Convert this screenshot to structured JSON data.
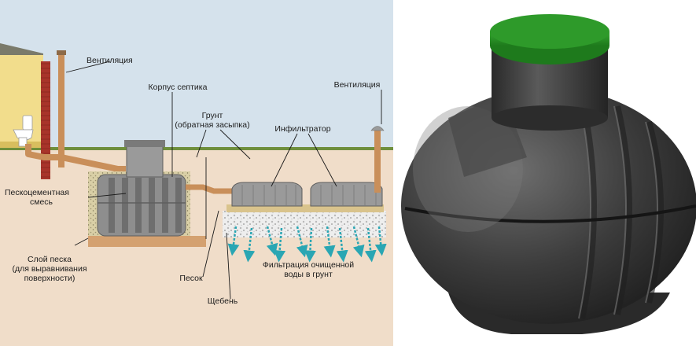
{
  "diagram": {
    "labels": {
      "vent_left": "Вентиляция",
      "septic_body": "Корпус септика",
      "soil_line1": "Грунт",
      "soil_line2": "(обратная засыпка)",
      "infiltrator": "Инфильтратор",
      "vent_right": "Вентиляция",
      "sand_cement_line1": "Пескоцементная",
      "sand_cement_line2": "смесь",
      "sand_layer_line1": "Слой песка",
      "sand_layer_line2": "(для выравнивания",
      "sand_layer_line3": "поверхности)",
      "sand": "Песок",
      "gravel": "Щебень",
      "filtration_line1": "Фильтрация очищенной",
      "filtration_line2": "воды в грунт"
    },
    "colors": {
      "sky": "#d5e2ec",
      "ground": "#f0ddc9",
      "grass": "#6f8f3c",
      "pipe": "#c98f5a",
      "tank_body": "#9a9a9a",
      "sand_cement": "#d9cfa6",
      "gravel": "#ececec",
      "water_arrow": "#2aa6b3",
      "house_wall": "#f2dd8c",
      "chimney": "#a8342a"
    }
  },
  "tank_render": {
    "colors": {
      "lid": "#2e9a2a",
      "body": "#3c3c3c",
      "highlight": "#6e6e6e"
    }
  }
}
